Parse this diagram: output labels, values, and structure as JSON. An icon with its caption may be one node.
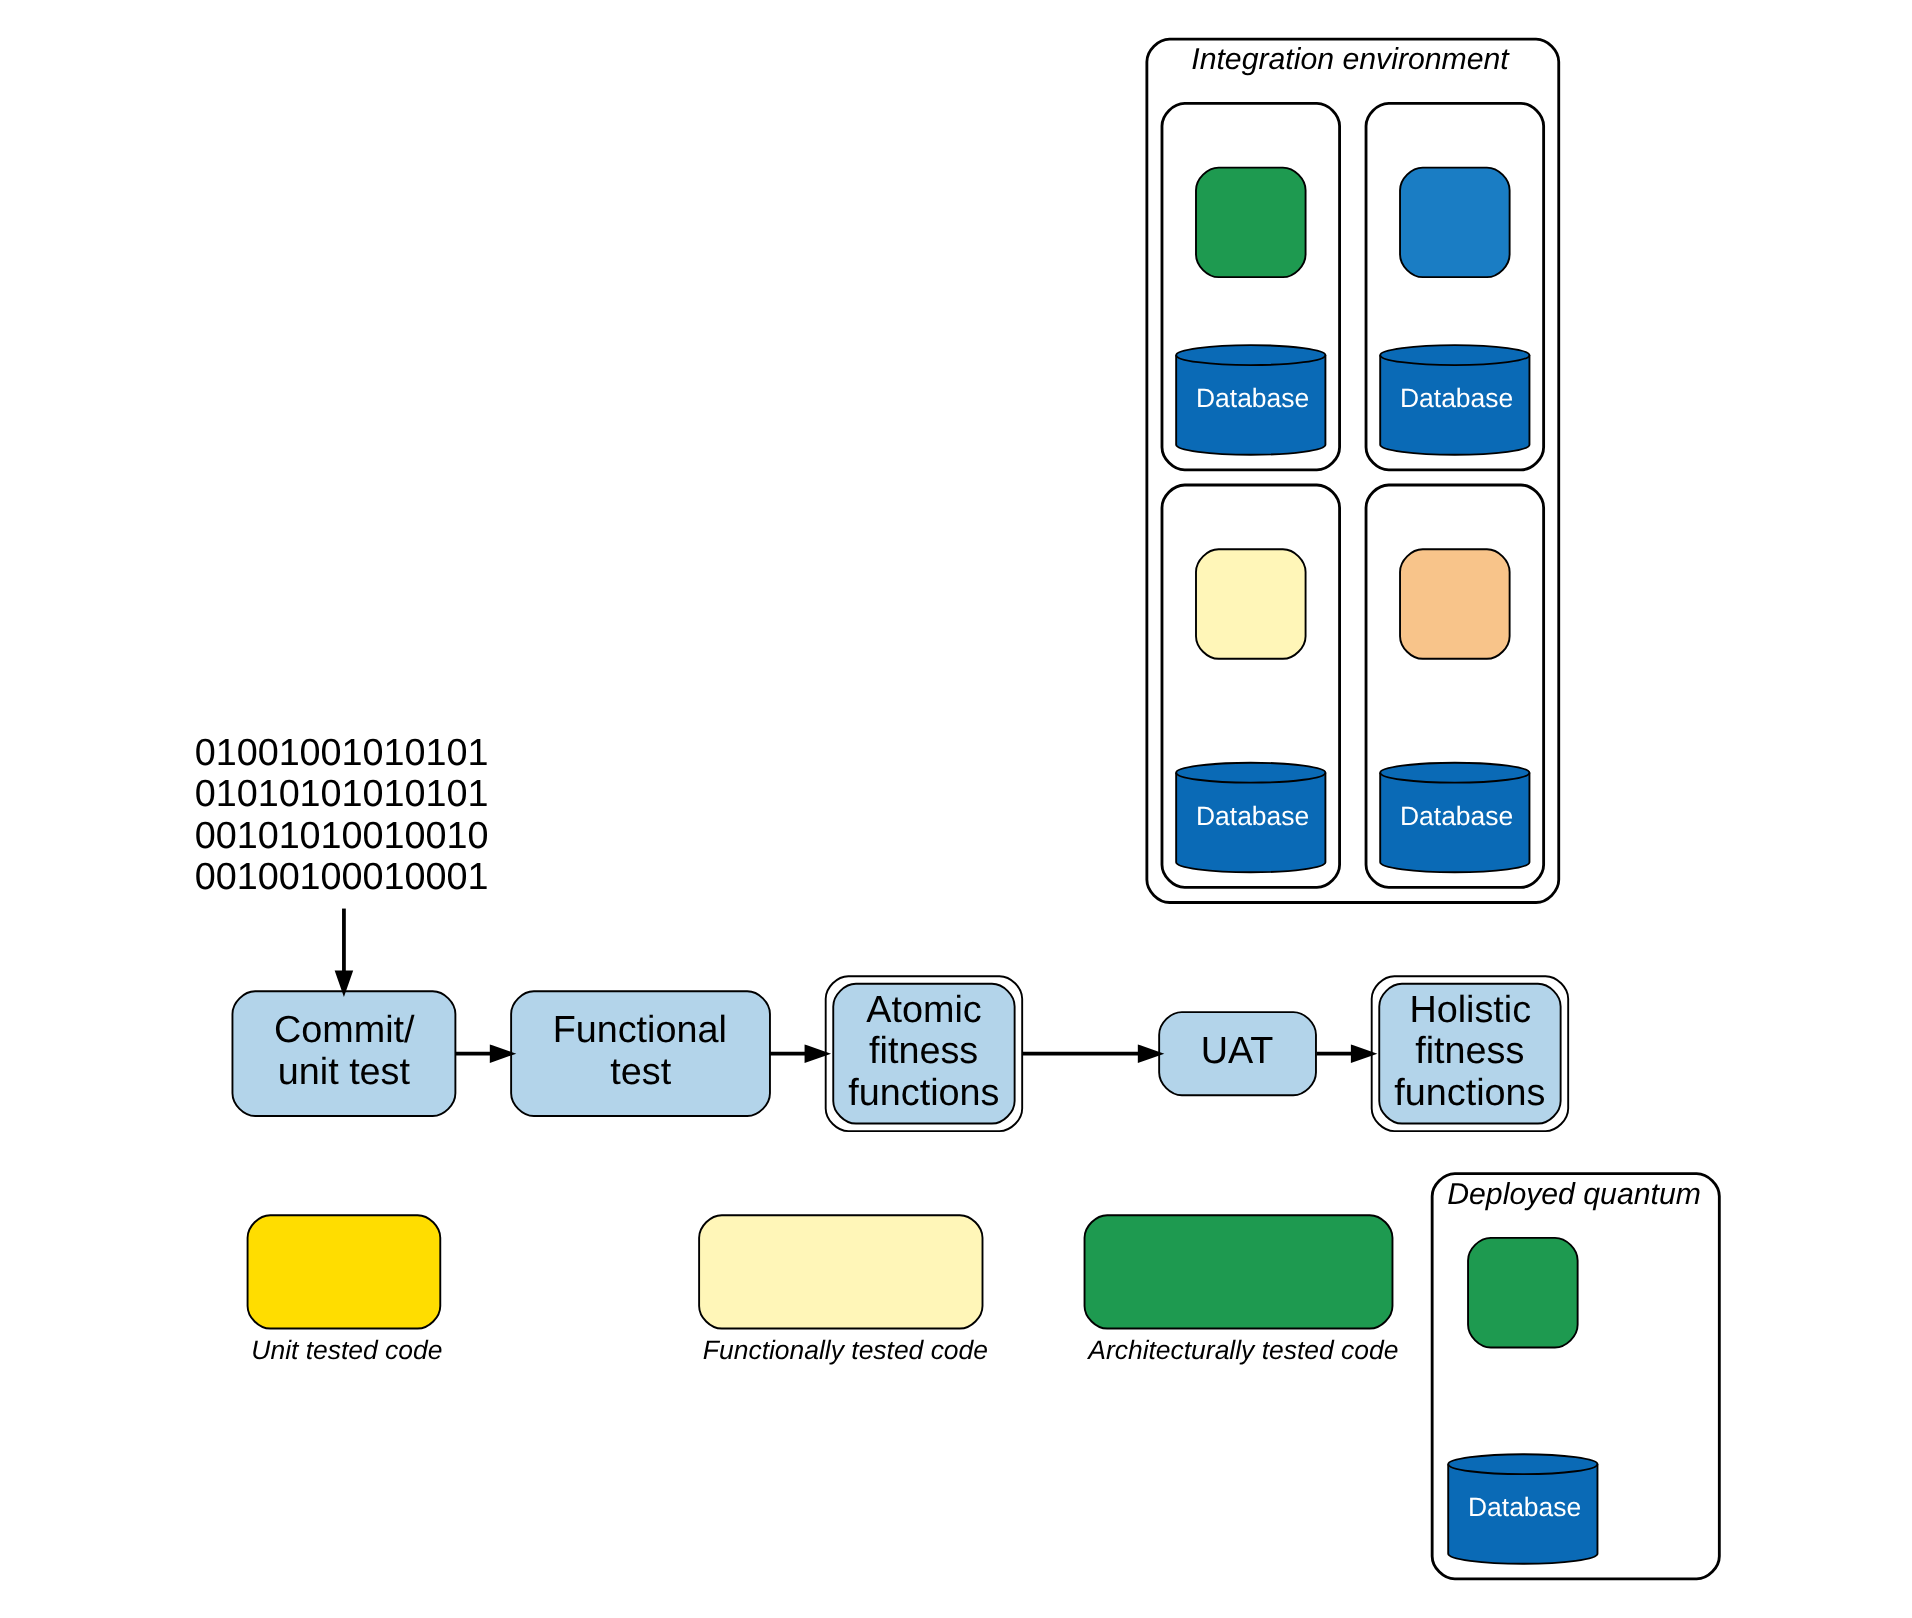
{
  "diagram": {
    "nodes": [
      {
        "text": [
          "01001001010101 01010101010101 00101010010010 00100100010001"
        ]
      },
      {
        "text": [
          "Commit/ unit test"
        ]
      },
      {
        "text": [
          "Functional test"
        ]
      },
      {
        "text": [
          "Atomic fitness functions"
        ]
      },
      {
        "text": [
          "UAT"
        ]
      },
      {
        "text": [
          "Holistic fitness functions"
        ]
      },
      {
        "text": [
          "Integration environment"
        ]
      },
      {
        "text": [],
        "shape": "box",
        "in": 6
      },
      {
        "text": [],
        "shape": "box",
        "in": 7
      },
      {
        "text": [
          "Database"
        ],
        "in": 7
      },
      {
        "text": [],
        "shape": "box",
        "in": 6
      },
      {
        "text": [],
        "shape": "box",
        "in": 10
      },
      {
        "text": [
          "Database"
        ],
        "in": 10
      },
      {
        "text": [],
        "shape": "box",
        "in": 6
      },
      {
        "text": [],
        "shape": "box",
        "in": 13
      },
      {
        "text": [
          "Database"
        ],
        "in": 13
      },
      {
        "text": [],
        "shape": "box",
        "in": 6
      },
      {
        "text": [],
        "shape": "box",
        "in": 16
      },
      {
        "text": [
          "Database"
        ],
        "in": 16
      },
      {
        "text": [],
        "shape": "box",
        "beside": [
          "Unit tested code"
        ]
      },
      {
        "text": [],
        "shape": "box",
        "beside": [
          "Functionally tested code"
        ]
      },
      {
        "text": [],
        "shape": "box",
        "beside": [
          "Architecturally tested code"
        ]
      },
      {
        "text": [
          "Deployed quantum"
        ]
      },
      {
        "text": [],
        "shape": "box",
        "in": 22
      },
      {
        "text": [
          "Database"
        ],
        "in": 22
      }
    ],
    "edges": [
      {
        "from": 0,
        "to": 1,
        "arrow": "to"
      },
      {
        "from": 1,
        "to": 2,
        "arrow": "to"
      },
      {
        "from": 2,
        "to": 3,
        "arrow": "to"
      },
      {
        "from": 3,
        "to": 4,
        "arrow": "to"
      },
      {
        "from": 4,
        "to": 5,
        "arrow": "to"
      }
    ]
  }
}
